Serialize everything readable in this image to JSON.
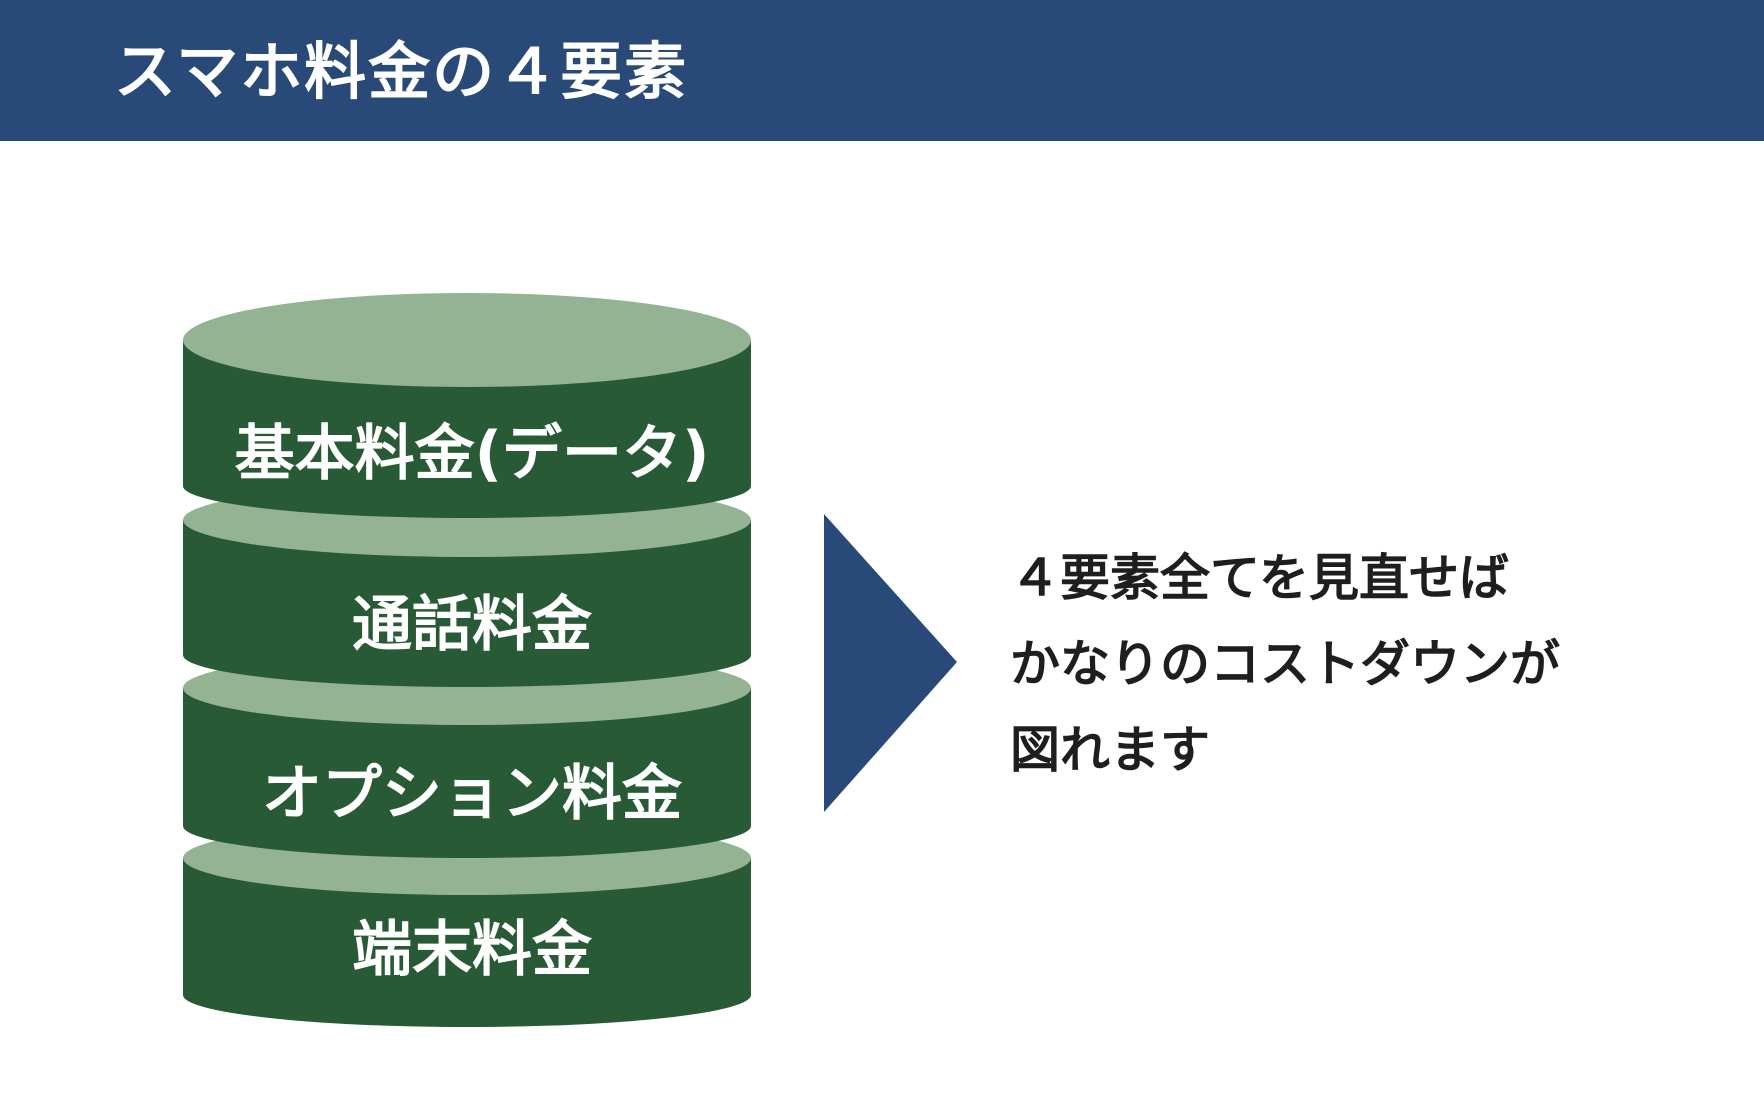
{
  "header": {
    "title": "スマホ料金の４要素"
  },
  "stack": {
    "layers": [
      {
        "label": "基本料金(データ)"
      },
      {
        "label": "通話料金"
      },
      {
        "label": "オプション料金"
      },
      {
        "label": "端末料金"
      }
    ]
  },
  "message": {
    "lines": [
      "４要素全てを見直せば",
      "かなりのコストダウンが",
      "図れます"
    ]
  },
  "colors": {
    "header_bg": "#294a78",
    "layer_side": "#285a35",
    "layer_top": "#93b393",
    "arrow": "#294a78"
  }
}
